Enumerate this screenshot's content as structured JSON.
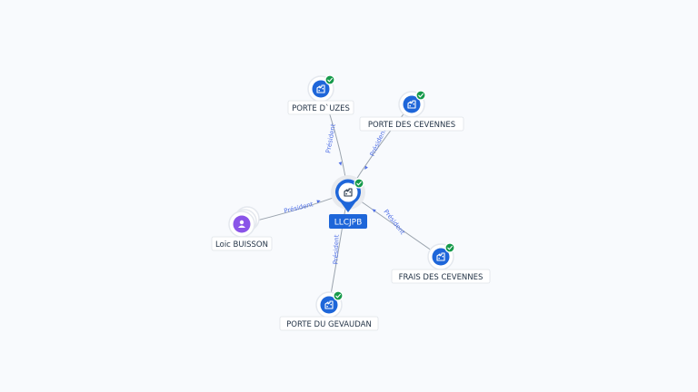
{
  "center": {
    "label": "LLCJPB",
    "icon": "company-icon",
    "verified": true
  },
  "nodes": [
    {
      "id": "porte-duzes",
      "label": "PORTE D`UZES",
      "type": "company",
      "icon": "company-icon",
      "verified": true,
      "edge_label": "Président"
    },
    {
      "id": "porte-des-cevennes",
      "label": "PORTE DES CEVENNES",
      "type": "company",
      "icon": "company-icon",
      "verified": true,
      "edge_label": "Président"
    },
    {
      "id": "frais-des-cevennes",
      "label": "FRAIS DES CEVENNES",
      "type": "company",
      "icon": "company-icon",
      "verified": true,
      "edge_label": "Président"
    },
    {
      "id": "porte-du-gevaudan",
      "label": "PORTE DU GEVAUDAN",
      "type": "company",
      "icon": "company-icon",
      "verified": true,
      "edge_label": "Président"
    },
    {
      "id": "loic-buisson",
      "label": "Loic BUISSON",
      "type": "person",
      "icon": "person-icon",
      "verified": false,
      "edge_label": "Président"
    }
  ],
  "colors": {
    "company": "#1e66d9",
    "person": "#8a54e8",
    "verified": "#169a4b",
    "edge_label": "#4f6fe6"
  }
}
